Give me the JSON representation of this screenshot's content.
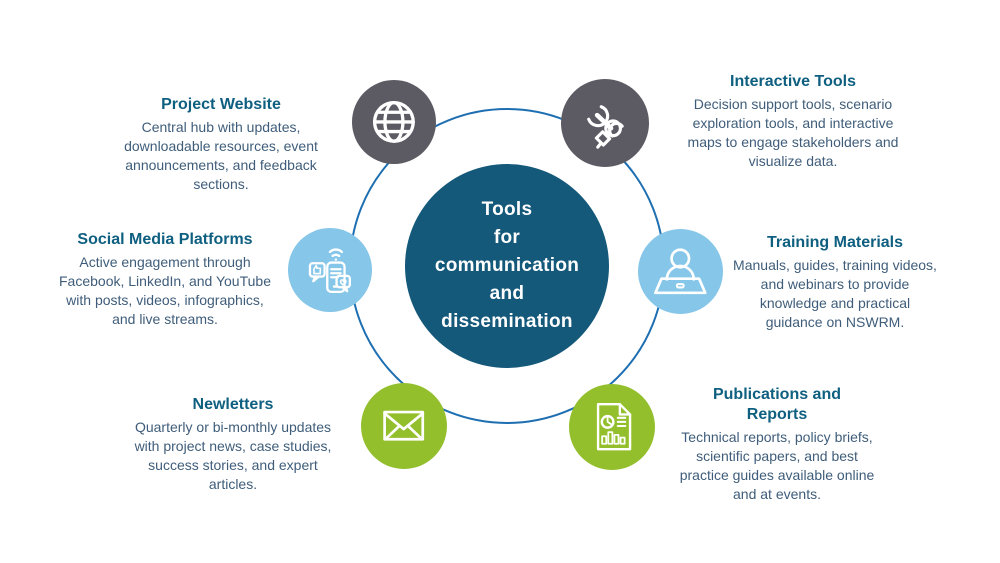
{
  "center": {
    "title": "Tools\nfor\ncommunication\nand\ndissemination"
  },
  "items": [
    {
      "id": "project-website",
      "title": "Project Website",
      "description": "Central hub with updates,\ndownloadable resources, event\nannouncements, and feedback\nsections.",
      "icon": "globe-icon",
      "circle_color": "#5c5b64"
    },
    {
      "id": "interactive-tools",
      "title": "Interactive Tools",
      "description": "Decision support tools, scenario\nexploration tools, and interactive\nmaps to engage stakeholders and\nvisualize data.",
      "icon": "wrench-hand-icon",
      "circle_color": "#5c5b64"
    },
    {
      "id": "social-media-platforms",
      "title": "Social Media Platforms",
      "description": "Active engagement through\nFacebook, LinkedIn, and YouTube\nwith posts, videos, infographics,\nand live streams.",
      "icon": "social-phone-icon",
      "circle_color": "#85c6e9"
    },
    {
      "id": "training-materials",
      "title": "Training Materials",
      "description": "Manuals, guides, training videos,\nand webinars to provide\nknowledge and practical\nguidance on NSWRM.",
      "icon": "person-laptop-icon",
      "circle_color": "#85c6e9"
    },
    {
      "id": "newsletters",
      "title": "Newletters",
      "description": "Quarterly or bi-monthly updates\nwith project news, case studies,\nsuccess stories, and expert\narticles.",
      "icon": "envelope-icon",
      "circle_color": "#94bf2d"
    },
    {
      "id": "publications-reports",
      "title": "Publications and\nReports",
      "description": "Technical reports, policy briefs,\nscientific papers, and best\npractice guides available online\nand at events.",
      "icon": "report-chart-icon",
      "circle_color": "#94bf2d"
    }
  ],
  "colors": {
    "hub_fill": "#14587a",
    "hub_text": "#ffffff",
    "ring_stroke": "#1e6fb2",
    "satellite_gray": "#5c5b64",
    "satellite_light_blue": "#85c6e9",
    "satellite_green": "#94bf2d",
    "heading_text": "#0e5f80",
    "body_text": "#3f5d7a",
    "icon_stroke": "#ffffff"
  }
}
